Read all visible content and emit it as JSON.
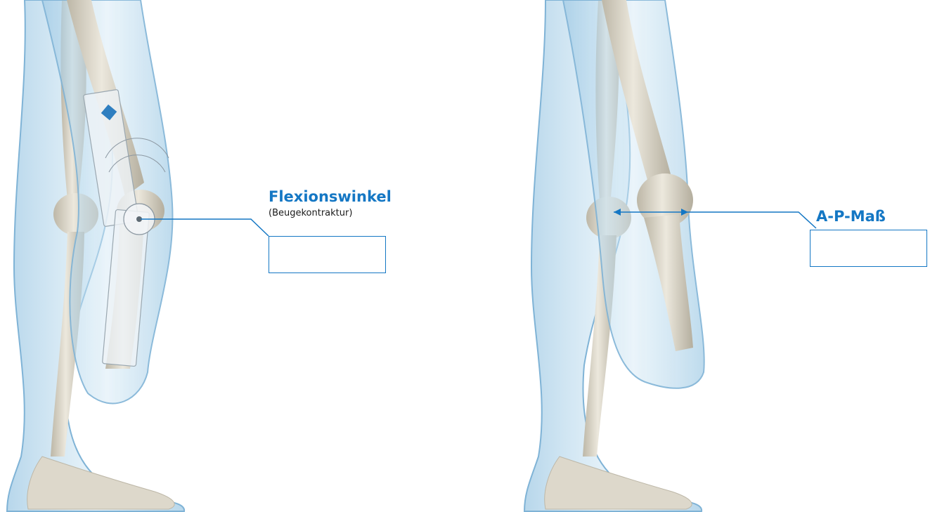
{
  "measurements": [
    {
      "id": "flexion",
      "title": "Flexionswinkel",
      "subtitle": "(Beugekontraktur)",
      "value": ""
    },
    {
      "id": "ap",
      "title": "A-P-Maß",
      "subtitle": "",
      "value": ""
    }
  ],
  "colors": {
    "accent": "#1477c4",
    "soft_tissue": "#b9d9ec",
    "soft_tissue_edge": "#7fb3d6",
    "bone": "#e6e2d6",
    "bone_shade": "#b9b3a3"
  },
  "icons": {
    "goniometer": "goniometer-icon",
    "measure_arrows": "arrow-measure-icon"
  }
}
